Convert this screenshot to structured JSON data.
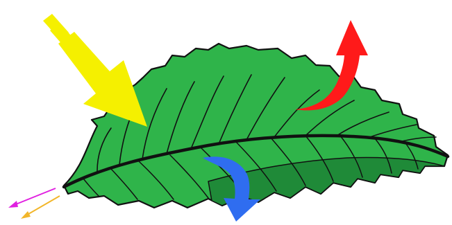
{
  "diagram": {
    "subject": "leaf",
    "arrows": [
      {
        "name": "incoming-light-arrow",
        "color": "#f5f000",
        "direction": "down-right"
      },
      {
        "name": "outgoing-heat-arrow",
        "color": "#ff1a1a",
        "direction": "up"
      },
      {
        "name": "transmitted-arrow",
        "color": "#2f6df0",
        "direction": "down"
      },
      {
        "name": "small-magenta-arrow",
        "color": "#e020e0",
        "direction": "left"
      },
      {
        "name": "small-orange-arrow",
        "color": "#f2b62a",
        "direction": "left"
      }
    ],
    "colors": {
      "leaf_fill": "#2fb44a",
      "leaf_shadow": "#1f8a38",
      "leaf_outline": "#111111",
      "background": "#ffffff"
    }
  }
}
